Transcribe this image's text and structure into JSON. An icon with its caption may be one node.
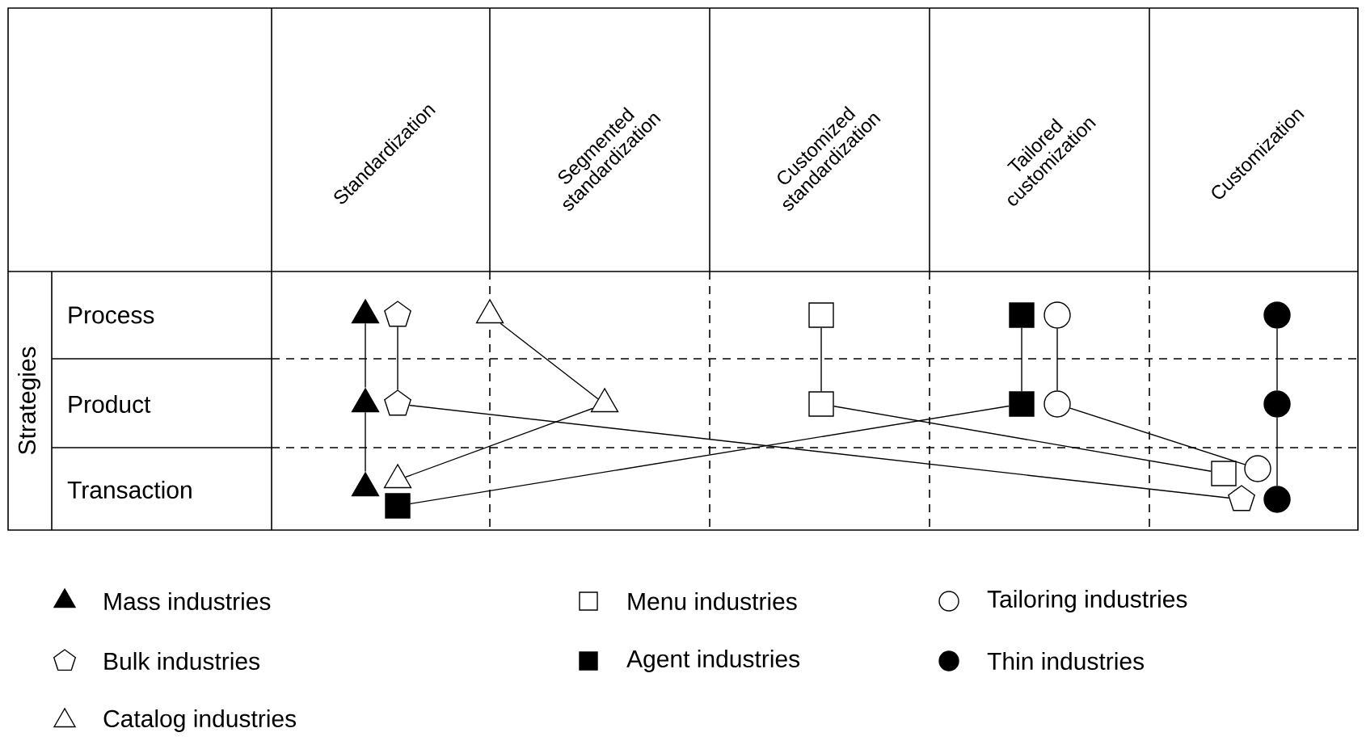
{
  "diagram": {
    "nodes": [
      {
        "text": [],
        "shape": "solid-triangle"
      },
      {
        "text": [],
        "shape": "pentagon"
      },
      {
        "text": [],
        "shape": "triangle"
      },
      {
        "text": [],
        "shape": "box"
      },
      {
        "text": [],
        "shape": "solid-box"
      },
      {
        "text": [],
        "shape": "circle"
      },
      {
        "text": [],
        "shape": "dot"
      },
      {
        "text": [],
        "shape": "solid-triangle"
      },
      {
        "text": [],
        "shape": "pentagon"
      },
      {
        "text": [],
        "shape": "triangle"
      },
      {
        "text": [],
        "shape": "box"
      },
      {
        "text": [],
        "shape": "solid-box"
      },
      {
        "text": [],
        "shape": "circle"
      },
      {
        "text": [],
        "shape": "dot"
      },
      {
        "text": [],
        "shape": "solid-triangle"
      },
      {
        "text": [],
        "shape": "triangle"
      },
      {
        "text": [],
        "shape": "solid-box"
      },
      {
        "text": [],
        "shape": "box"
      },
      {
        "text": [],
        "shape": "circle"
      },
      {
        "text": [],
        "shape": "pentagon"
      },
      {
        "text": [],
        "shape": "dot"
      }
    ],
    "edges": [
      {
        "from": 0,
        "to": 7,
        "arrow": "none"
      },
      {
        "from": 7,
        "to": 14,
        "arrow": "none"
      },
      {
        "from": 1,
        "to": 8,
        "arrow": "none"
      },
      {
        "from": 8,
        "to": 19,
        "arrow": "none"
      },
      {
        "from": 2,
        "to": 9,
        "arrow": "none"
      },
      {
        "from": 9,
        "to": 15,
        "arrow": "none"
      },
      {
        "from": 3,
        "to": 10,
        "arrow": "none"
      },
      {
        "from": 10,
        "to": 17,
        "arrow": "none"
      },
      {
        "from": 4,
        "to": 11,
        "arrow": "none"
      },
      {
        "from": 11,
        "to": 16,
        "arrow": "none"
      },
      {
        "from": 5,
        "to": 12,
        "arrow": "none"
      },
      {
        "from": 12,
        "to": 18,
        "arrow": "none"
      },
      {
        "from": 6,
        "to": 13,
        "arrow": "none"
      },
      {
        "from": 13,
        "to": 20,
        "arrow": "none"
      }
    ],
    "labels": [
      "Standardization",
      "Segmented standardization",
      "Customized standardization",
      "Tailored customization",
      "Customization",
      "Strategies",
      "Process",
      "Product",
      "Transaction"
    ],
    "legend": [
      {
        "text": "Mass industries"
      },
      {
        "text": "Menu industries"
      },
      {
        "text": "Tailoring industries"
      },
      {
        "text": "Bulk industries"
      },
      {
        "text": "Agent industries"
      },
      {
        "text": "Thin industries"
      },
      {
        "text": "Catalog industries"
      }
    ]
  }
}
